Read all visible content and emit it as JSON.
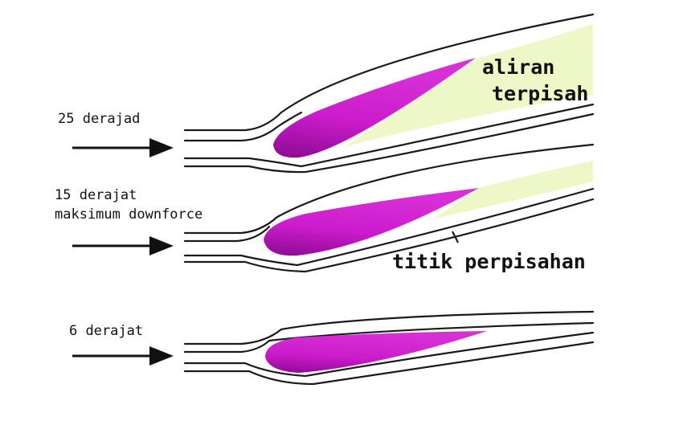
{
  "colors": {
    "airfoil": "#cc1ccc",
    "airfoil_dark": "#8a0b90",
    "separated_flow": "#eef7c6",
    "streamline": "#1a1a1a"
  },
  "cases": [
    {
      "angle_label": "25 derajad",
      "subtitle": ""
    },
    {
      "angle_label": "15 derajat",
      "subtitle": "maksimum downforce"
    },
    {
      "angle_label": "6 derajat",
      "subtitle": ""
    }
  ],
  "annotations": {
    "separated_flow_line1": "aliran",
    "separated_flow_line2": "terpisah",
    "separation_point": "titik perpisahan"
  }
}
